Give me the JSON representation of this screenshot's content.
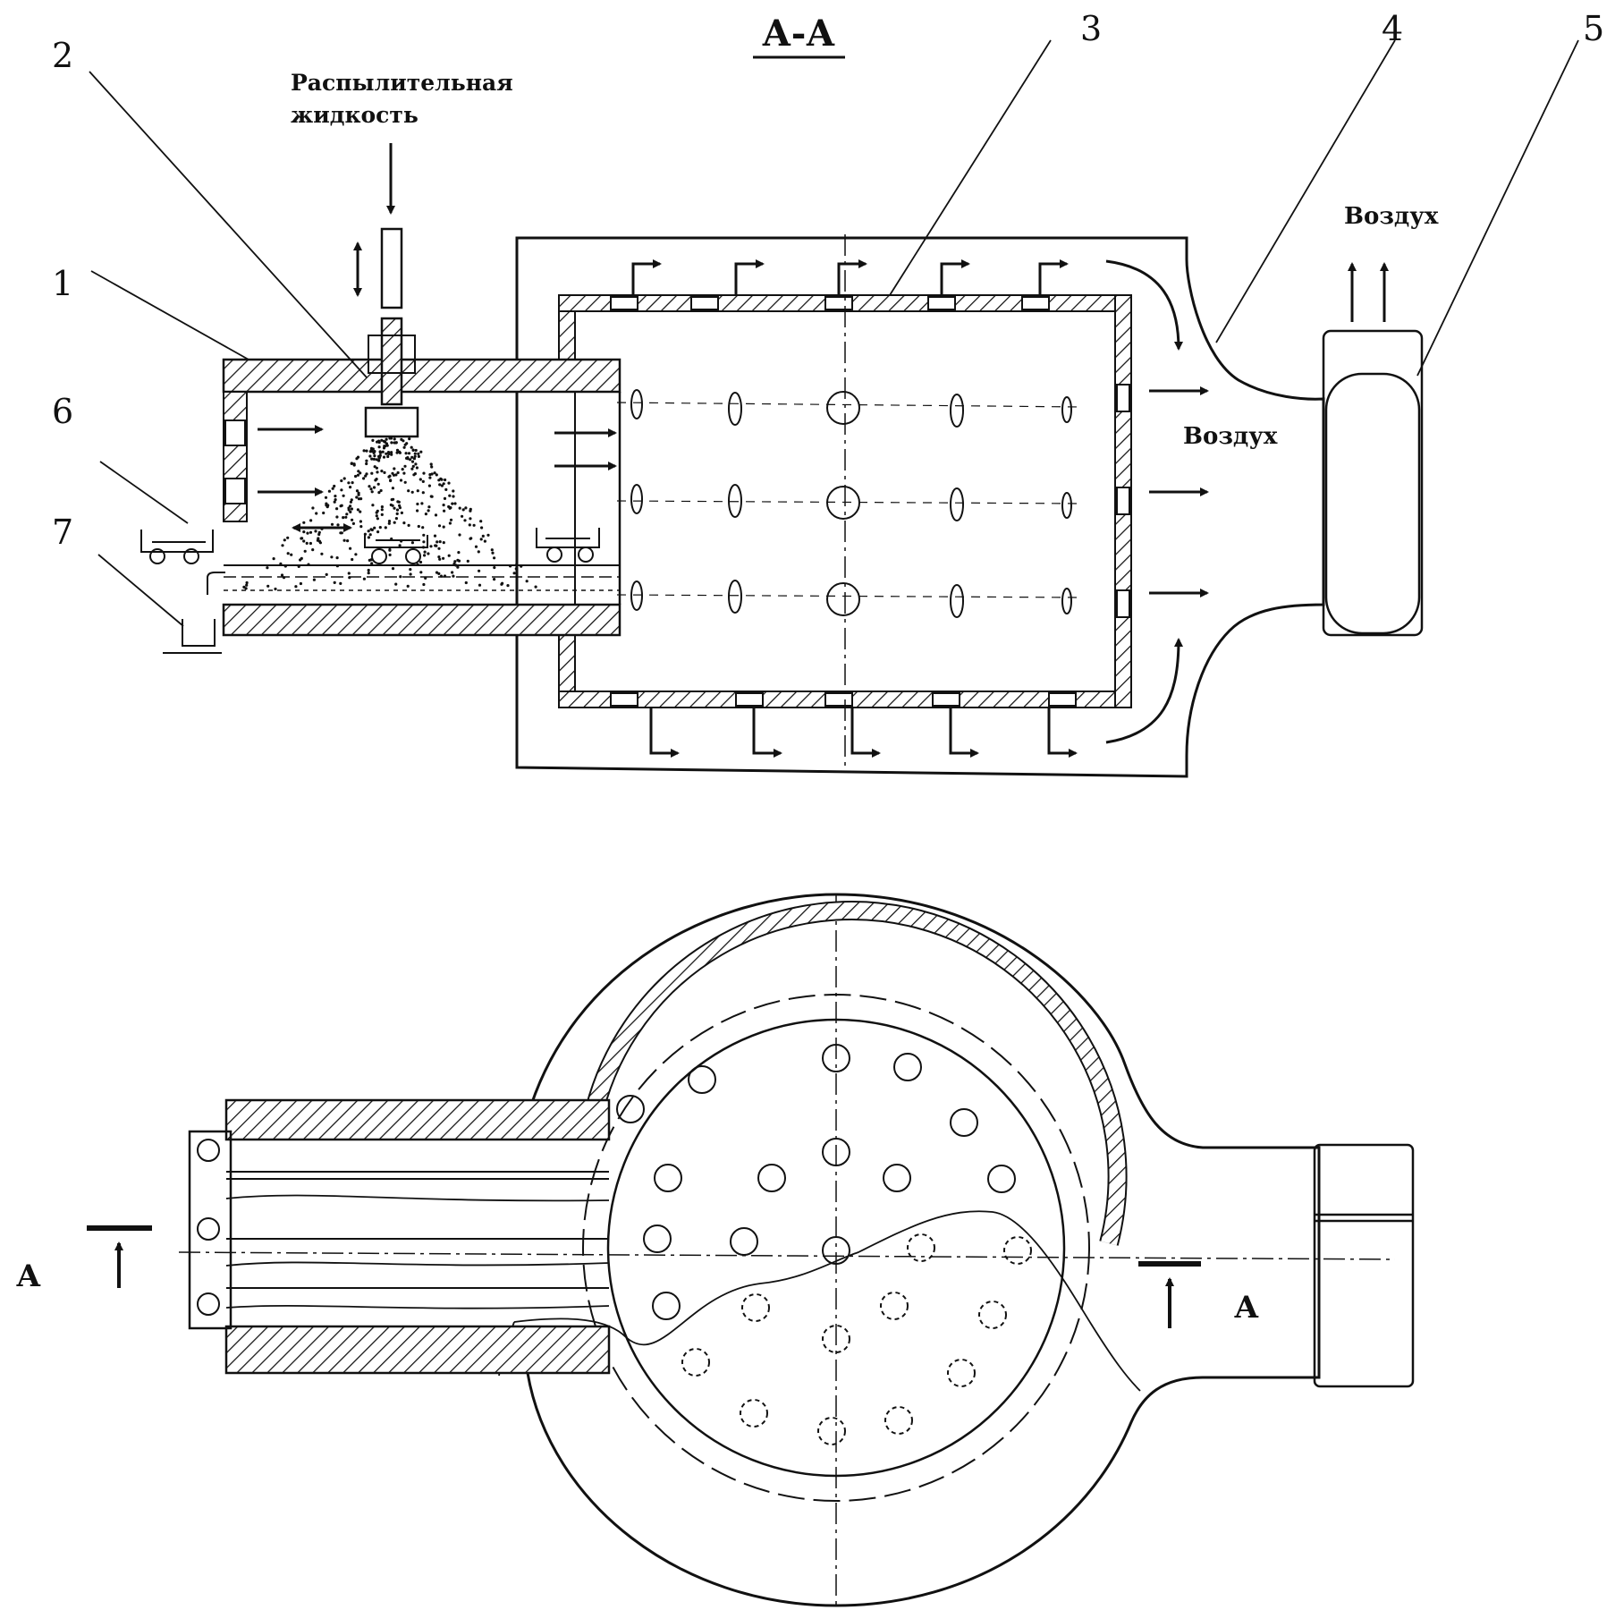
{
  "section_label": "А-А",
  "liquid_label_line1": "Распылительная",
  "liquid_label_line2": "жидкость",
  "air_label_top": "Воздух",
  "air_label_mid": "Воздух",
  "section_marker": "А",
  "callouts": [
    "1",
    "2",
    "3",
    "4",
    "5",
    "6",
    "7"
  ]
}
